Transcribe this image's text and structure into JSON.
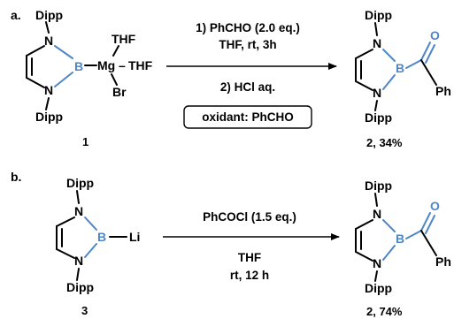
{
  "colors": {
    "text": "#000000",
    "boron_blue": "#4f86c6",
    "background": "#ffffff"
  },
  "part_a": {
    "label": "a.",
    "reactant": {
      "top_substituent": "Dipp",
      "bottom_substituent": "Dipp",
      "n_top": "N",
      "n_bottom": "N",
      "boron": "B",
      "metal_dash": "–",
      "metal": "Mg",
      "ligand_top": "THF",
      "ligand_right": "THF",
      "ligand_bottom": "Br",
      "number": "1"
    },
    "conditions": {
      "step1_line1": "1) PhCHO (2.0 eq.)",
      "step1_line2": "THF, rt, 3h",
      "step2": "2) HCl aq.",
      "note": "oxidant: PhCHO"
    },
    "product": {
      "top_substituent": "Dipp",
      "bottom_substituent": "Dipp",
      "n_top": "N",
      "n_bottom": "N",
      "boron": "B",
      "oxygen": "O",
      "phenyl": "Ph",
      "label": "2, 34%"
    }
  },
  "part_b": {
    "label": "b.",
    "reactant": {
      "top_substituent": "Dipp",
      "bottom_substituent": "Dipp",
      "n_top": "N",
      "n_bottom": "N",
      "boron": "B",
      "metal": "Li",
      "number": "3"
    },
    "conditions": {
      "reagent": "PhCOCl (1.5 eq.)",
      "solvent": "THF",
      "time": "rt, 12 h"
    },
    "product": {
      "top_substituent": "Dipp",
      "bottom_substituent": "Dipp",
      "n_top": "N",
      "n_bottom": "N",
      "boron": "B",
      "oxygen": "O",
      "phenyl": "Ph",
      "label": "2, 74%"
    }
  }
}
